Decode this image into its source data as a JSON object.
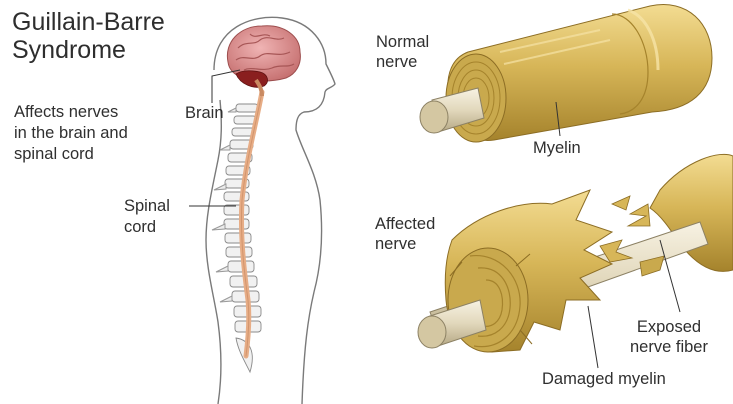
{
  "title": "Guillain-Barre\nSyndrome",
  "description": "Affects nerves\nin the brain and\nspinal cord",
  "labels": {
    "brain": "Brain",
    "spinal_cord": "Spinal\ncord",
    "normal_nerve": "Normal\nnerve",
    "myelin": "Myelin",
    "affected_nerve": "Affected\nnerve",
    "exposed_fiber": "Exposed\nnerve fiber",
    "damaged_myelin": "Damaged myelin"
  },
  "colors": {
    "body_outline": "#7a7a7a",
    "brain": "#d58a8a",
    "cerebellum": "#8a1f1f",
    "spinal_cord": "#e7ad86",
    "vertebrae": "#f1f1f1",
    "myelin": "#d7b658",
    "myelin_dark": "#a5832c",
    "nerve_fiber": "#e9e1c8",
    "leader_line": "#333333"
  }
}
